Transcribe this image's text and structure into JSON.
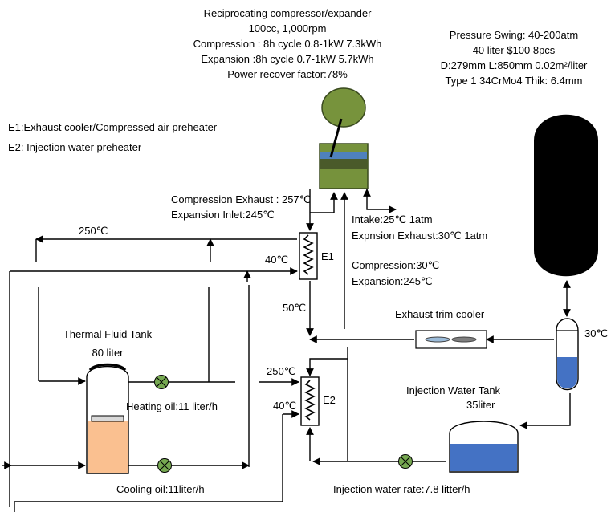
{
  "compressor": {
    "line1": "Reciprocating compressor/expander",
    "line2": "100cc, 1,000rpm",
    "line3": "Compression : 8h cycle 0.8-1kW 7.3kWh",
    "line4": "Expansion :8h cycle  0.7-1kW 5.7kWh",
    "line5": "Power recover factor:78%"
  },
  "pressure_vessel": {
    "line1": "Pressure Swing: 40-200atm",
    "line2": "40 liter  $100  8pcs",
    "line3": "D:279mm  L:850mm  0.02m²/liter",
    "line4": "Type 1  34CrMo4  Thik: 6.4mm"
  },
  "legend": {
    "e1": "E1:Exhaust cooler/Compressed air preheater",
    "e2": "E2: Injection water preheater"
  },
  "labels": {
    "comp_exhaust": "Compression Exhaust : 257℃",
    "exp_inlet": "Expansion Inlet:245℃",
    "intake": "Intake:25℃ 1atm",
    "exp_exhaust": "Expnsion Exhaust:30℃ 1atm",
    "t250_top": "250℃",
    "t40_e1": "40℃",
    "e1": "E1",
    "compression30": "Compression:30℃",
    "expansion245": "Expansion:245℃",
    "t50": "50℃",
    "exhaust_trim": "Exhaust trim cooler",
    "t30_right": "30℃",
    "tank_title": "Thermal Fluid Tank",
    "tank_vol": "80 liter",
    "t250_e2": "250℃",
    "t40_e2": "40℃",
    "e2": "E2",
    "heating_oil": "Heating oil:11 liter/h",
    "inj_tank": "Injection Water Tank",
    "inj_vol": "35liter",
    "cooling_oil": "Cooling oil:11liter/h",
    "inj_rate": "Injection water rate:7.8 litter/h"
  },
  "colors": {
    "compressor_green": "#76923c",
    "compressor_circle": "#77933c",
    "compressor_piston": "#4f81bd",
    "water_blue": "#4472c4",
    "oil_orange": "#fac090",
    "pump_green": "#76a851",
    "vessel_black": "#000000"
  }
}
